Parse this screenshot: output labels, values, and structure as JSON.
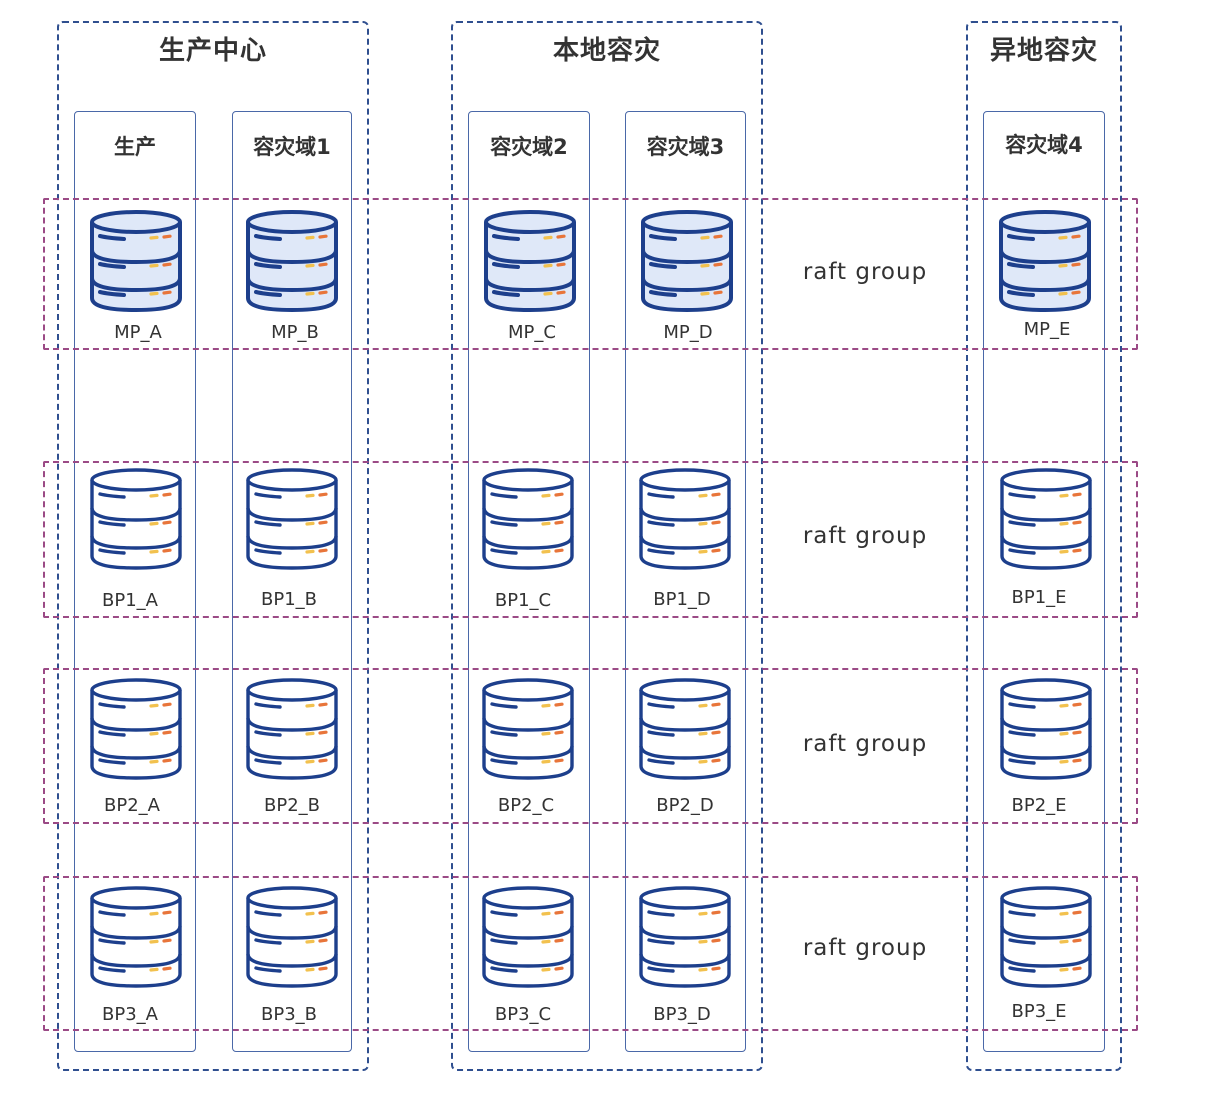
{
  "centers": [
    {
      "title": "生产中心"
    },
    {
      "title": "本地容灾"
    },
    {
      "title": "异地容灾"
    }
  ],
  "domains": [
    {
      "title": "生产"
    },
    {
      "title": "容灾域1"
    },
    {
      "title": "容灾域2"
    },
    {
      "title": "容灾域3"
    },
    {
      "title": "容灾域4"
    }
  ],
  "groups": [
    {
      "label": "raft group",
      "icon": "database-icon-highlight",
      "nodes": [
        "MP_A",
        "MP_B",
        "MP_C",
        "MP_D",
        "MP_E"
      ]
    },
    {
      "label": "raft group",
      "icon": "database-icon",
      "nodes": [
        "BP1_A",
        "BP1_B",
        "BP1_C",
        "BP1_D",
        "BP1_E"
      ]
    },
    {
      "label": "raft group",
      "icon": "database-icon",
      "nodes": [
        "BP2_A",
        "BP2_B",
        "BP2_C",
        "BP2_D",
        "BP2_E"
      ]
    },
    {
      "label": "raft group",
      "icon": "database-icon",
      "nodes": [
        "BP3_A",
        "BP3_B",
        "BP3_C",
        "BP3_D",
        "BP3_E"
      ]
    }
  ],
  "colors": {
    "center_border": "#2f4f8f",
    "domain_border": "#4a68a8",
    "group_border": "#9b4a86",
    "db_stroke": "#1d3f8c",
    "db_fill_mp": "#dfe8f8",
    "db_fill_bp": "#ffffff",
    "led_yellow": "#f2c14e",
    "led_orange": "#e8753a"
  }
}
